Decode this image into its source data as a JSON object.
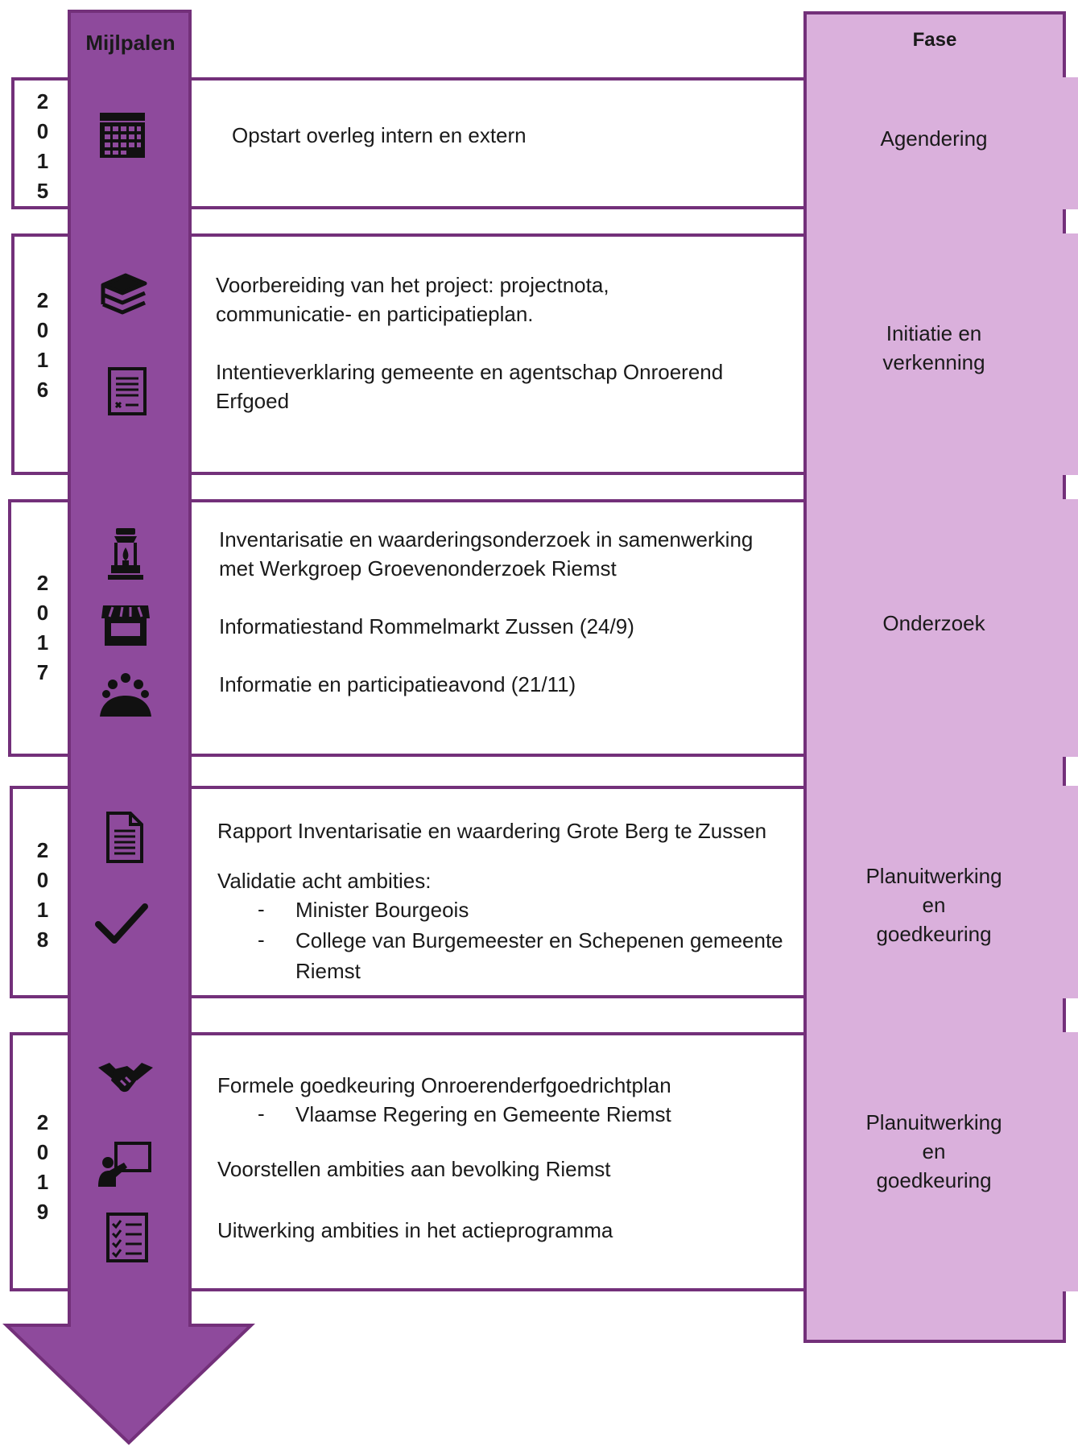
{
  "header": {
    "mijlpalen": "Mijlpalen",
    "fase": "Fase"
  },
  "colors": {
    "arrow": "#8e4a9c",
    "arrow_border": "#73307a",
    "fase_fill": "#dab0dc",
    "row_border": "#73307a"
  },
  "rows": [
    {
      "year": [
        "2",
        "0",
        "1",
        "5"
      ],
      "icons": [
        "calendar-icon"
      ],
      "lines": [
        "Opstart overleg intern en extern"
      ],
      "fase": [
        "Agendering"
      ]
    },
    {
      "year": [
        "2",
        "0",
        "1",
        "6"
      ],
      "icons": [
        "books-icon",
        "contract-icon"
      ],
      "lines": [
        "Voorbereiding van het project: projectnota,",
        "communicatie- en participatieplan.",
        "Intentieverklaring gemeente en agentschap Onroerend",
        "Erfgoed"
      ],
      "fase": [
        "Initiatie en",
        "verkenning"
      ]
    },
    {
      "year": [
        "2",
        "0",
        "1",
        "7"
      ],
      "icons": [
        "lantern-icon",
        "market-stall-icon",
        "audience-icon"
      ],
      "lines": [
        "Inventarisatie en waarderingsonderzoek in samenwerking",
        "met Werkgroep Groevenonderzoek Riemst",
        "Informatiestand Rommelmarkt Zussen (24/9)",
        "Informatie en participatieavond (21/11)"
      ],
      "fase": [
        "Onderzoek"
      ]
    },
    {
      "year": [
        "2",
        "0",
        "1",
        "8"
      ],
      "icons": [
        "document-icon",
        "checkmark-icon"
      ],
      "lines": [
        "Rapport Inventarisatie en waardering Grote Berg te Zussen",
        "Validatie acht ambities:"
      ],
      "bullets": [
        "Minister Bourgeois",
        "College van Burgemeester en Schepenen gemeente",
        "Riemst"
      ],
      "bullet_mark": "-",
      "fase": [
        "Planuitwerking",
        "en",
        "goedkeuring"
      ]
    },
    {
      "year": [
        "2",
        "0",
        "1",
        "9"
      ],
      "icons": [
        "handshake-icon",
        "presentation-icon",
        "checklist-icon"
      ],
      "lines": [
        "Formele goedkeuring Onroerenderfgoedrichtplan",
        "Voorstellen ambities aan bevolking Riemst",
        "Uitwerking ambities in het actieprogramma"
      ],
      "bullets": [
        "Vlaamse Regering en Gemeente Riemst"
      ],
      "bullet_mark": "-",
      "fase": [
        "Planuitwerking",
        "en",
        "goedkeuring"
      ]
    }
  ]
}
